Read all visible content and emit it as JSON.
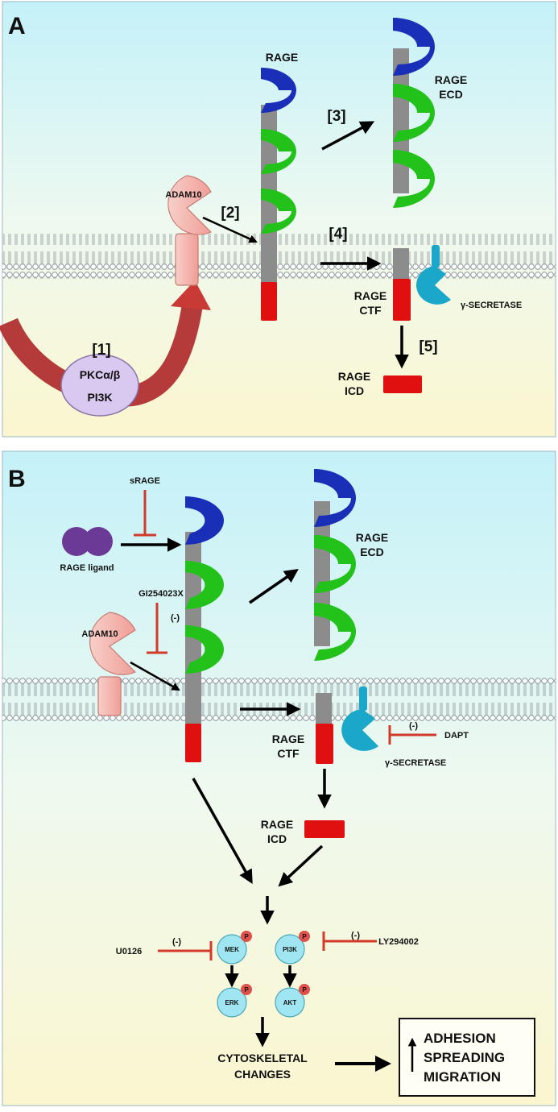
{
  "panelA": {
    "letter": "A",
    "rage_label": "RAGE",
    "rage_ecd_line1": "RAGE",
    "rage_ecd_line2": "ECD",
    "adam10": "ADAM10",
    "step1": "[1]",
    "step2": "[2]",
    "step3": "[3]",
    "step4": "[4]",
    "step5": "[5]",
    "pkc": "PKCα/β",
    "pi3k": "PI3K",
    "rage_ctf_line1": "RAGE",
    "rage_ctf_line2": "CTF",
    "gamma_secretase": "γ-SECRETASE",
    "rage_icd_line1": "RAGE",
    "rage_icd_line2": "ICD"
  },
  "panelB": {
    "letter": "B",
    "srage": "sRAGE",
    "rage_ligand": "RAGE ligand",
    "gi": "GI254023X",
    "minus": "(-)",
    "adam10": "ADAM10",
    "rage_ecd_line1": "RAGE",
    "rage_ecd_line2": "ECD",
    "rage_ctf_line1": "RAGE",
    "rage_ctf_line2": "CTF",
    "gamma_secretase": "γ-SECRETASE",
    "dapt": "DAPT",
    "rage_icd_line1": "RAGE",
    "rage_icd_line2": "ICD",
    "u0126": "U0126",
    "ly": "LY294002",
    "mek": "MEK",
    "erk": "ERK",
    "pi3k": "PI3K",
    "akt": "AKT",
    "p": "P",
    "cyto_line1": "CYTOSKELETAL",
    "cyto_line2": "CHANGES",
    "adhesion": "ADHESION",
    "spreading": "SPREADING",
    "migration": "MIGRATION"
  },
  "colors": {
    "rage_blue": "#1a2fb8",
    "rage_green": "#22c21a",
    "rage_grey": "#8c8c8c",
    "rage_red": "#e01010",
    "adam10_pink": "#f5b6b0",
    "gamma_cyan": "#1aa7c9",
    "inhibitor_red": "#d23a2a",
    "kinase_cyan": "#9fe6f2",
    "phospho_red": "#e0504a",
    "pkc_purple": "#d9c8ef",
    "ligand_purple": "#6a3a96"
  }
}
